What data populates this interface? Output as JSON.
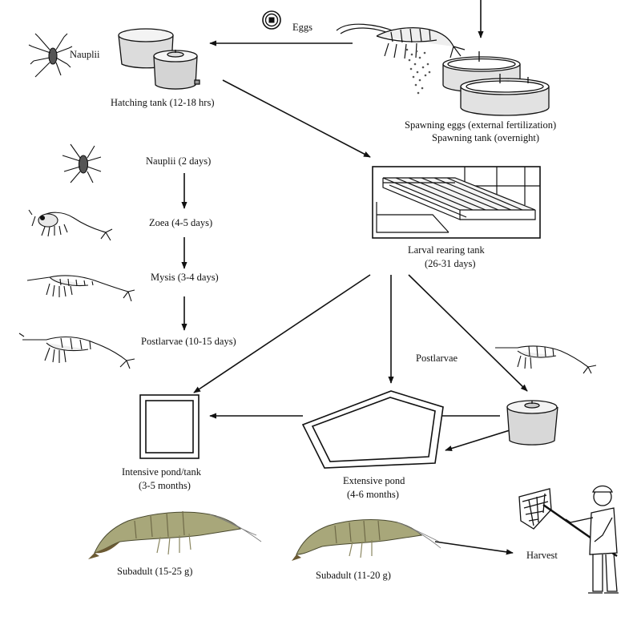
{
  "labels": {
    "eggs": "Eggs",
    "nauplii_top": "Nauplii",
    "hatching_tank": "Hatching  tank (12-18 hrs)",
    "spawning_line1": "Spawning eggs (external fertilization)",
    "spawning_line2": "Spawning tank (overnight)",
    "nauplii_stage": "Nauplii (2 days)",
    "zoea_stage": "Zoea (4-5 days)",
    "mysis_stage": "Mysis (3-4 days)",
    "postlarvae_stage": "Postlarvae (10-15 days)",
    "larval_line1": "Larval rearing tank",
    "larval_line2": "(26-31 days)",
    "postlarvae_branch": "Postlarvae",
    "intensive_line1": "Intensive pond/tank",
    "intensive_line2": "(3-5 months)",
    "extensive_line1": "Extensive pond",
    "extensive_line2": "(4-6 months)",
    "subadult_left": "Subadult (15-25 g)",
    "subadult_right": "Subadult (11-20 g)",
    "harvest": "Harvest"
  },
  "icons": {
    "egg_symbol": "egg-icon",
    "colors": {
      "ink": "#111111",
      "tank_fill": "#dcdcdc",
      "shrimp_body": "#a8a77a",
      "shrimp_tail": "#6b5a33"
    }
  }
}
